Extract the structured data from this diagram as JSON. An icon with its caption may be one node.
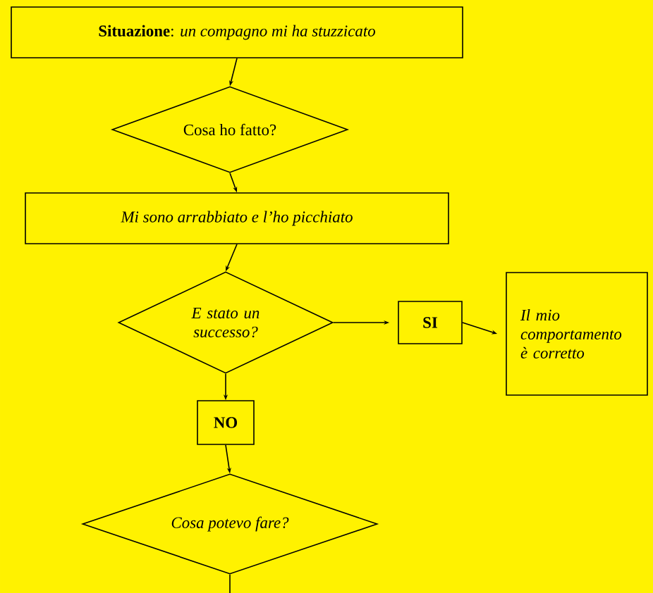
{
  "diagram": {
    "nodes": [
      {
        "text": [
          "**Situazione**: *un compagno mi ha stuzzicato*"
        ]
      },
      {
        "text": [
          "Cosa ho fatto?"
        ]
      },
      {
        "text": [
          "Mi sono arrabbiato e l’ho picchiato"
        ]
      },
      {
        "text": [
          "E stato un successo?"
        ]
      },
      {
        "text": [
          "SI"
        ]
      },
      {
        "text": [
          "Il mio comportamento è corretto"
        ]
      },
      {
        "text": [
          "NO"
        ]
      },
      {
        "text": [
          "Cosa potevo fare?"
        ]
      }
    ],
    "edges": [
      {
        "from": 0,
        "to": 1,
        "arrow": "to"
      },
      {
        "from": 1,
        "to": 2,
        "arrow": "to"
      },
      {
        "from": 2,
        "to": 3,
        "arrow": "to"
      },
      {
        "from": 3,
        "to": 4,
        "arrow": "to"
      },
      {
        "from": 4,
        "to": 5,
        "arrow": "to"
      },
      {
        "from": 3,
        "to": 6,
        "arrow": "to"
      },
      {
        "from": 6,
        "to": 7,
        "arrow": "to"
      },
      {
        "from": 7,
        "to": null,
        "arrow": "none"
      }
    ]
  }
}
